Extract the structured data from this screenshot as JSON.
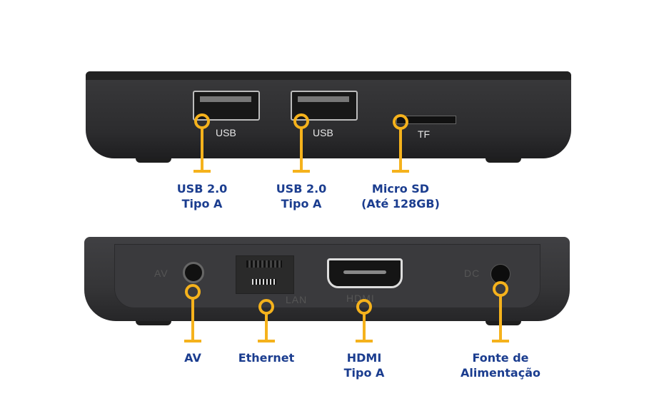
{
  "colors": {
    "accent": "#f5b21c",
    "label": "#1b3d8f",
    "device": "#333335"
  },
  "top_panel": {
    "port_labels": [
      "USB",
      "USB",
      "TF"
    ],
    "callouts": [
      {
        "line1": "USB 2.0",
        "line2": "Tipo A"
      },
      {
        "line1": "USB 2.0",
        "line2": "Tipo A"
      },
      {
        "line1": "Micro SD",
        "line2": "(Até 128GB)"
      }
    ]
  },
  "bottom_panel": {
    "port_labels": [
      "AV",
      "LAN",
      "HDMI",
      "DC"
    ],
    "callouts": [
      {
        "line1": "AV",
        "line2": ""
      },
      {
        "line1": "Ethernet",
        "line2": ""
      },
      {
        "line1": "HDMI",
        "line2": "Tipo A"
      },
      {
        "line1": "Fonte de",
        "line2": "Alimentação"
      }
    ]
  }
}
